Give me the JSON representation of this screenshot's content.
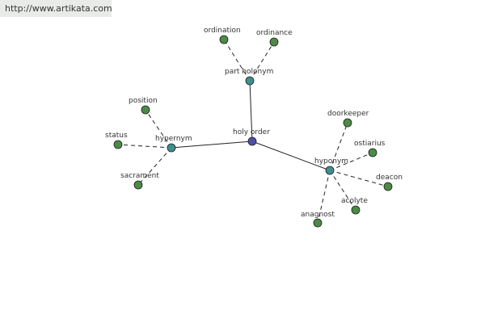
{
  "header": {
    "url": "http://www.artikata.com"
  },
  "graph": {
    "colors": {
      "center": "#4f4fa6",
      "category": "#3f8f8f",
      "leaf": "#4b8b46",
      "solid_edge": "#222222",
      "dashed_edge": "#222222"
    },
    "center": {
      "id": "center",
      "label": "holy order"
    },
    "categories": [
      {
        "id": "part-holonym",
        "label": "part holonym",
        "leaves": [
          {
            "id": "ordination",
            "label": "ordination"
          },
          {
            "id": "ordinance",
            "label": "ordinance"
          }
        ]
      },
      {
        "id": "hypernym",
        "label": "hypernym",
        "leaves": [
          {
            "id": "position",
            "label": "position"
          },
          {
            "id": "status",
            "label": "status"
          },
          {
            "id": "sacrament",
            "label": "sacrament"
          }
        ]
      },
      {
        "id": "hyponym",
        "label": "hyponym",
        "leaves": [
          {
            "id": "doorkeeper",
            "label": "doorkeeper"
          },
          {
            "id": "ostiarius",
            "label": "ostiarius"
          },
          {
            "id": "deacon",
            "label": "deacon"
          },
          {
            "id": "acolyte",
            "label": "acolyte"
          },
          {
            "id": "anagnost",
            "label": "anagnost"
          }
        ]
      }
    ]
  }
}
